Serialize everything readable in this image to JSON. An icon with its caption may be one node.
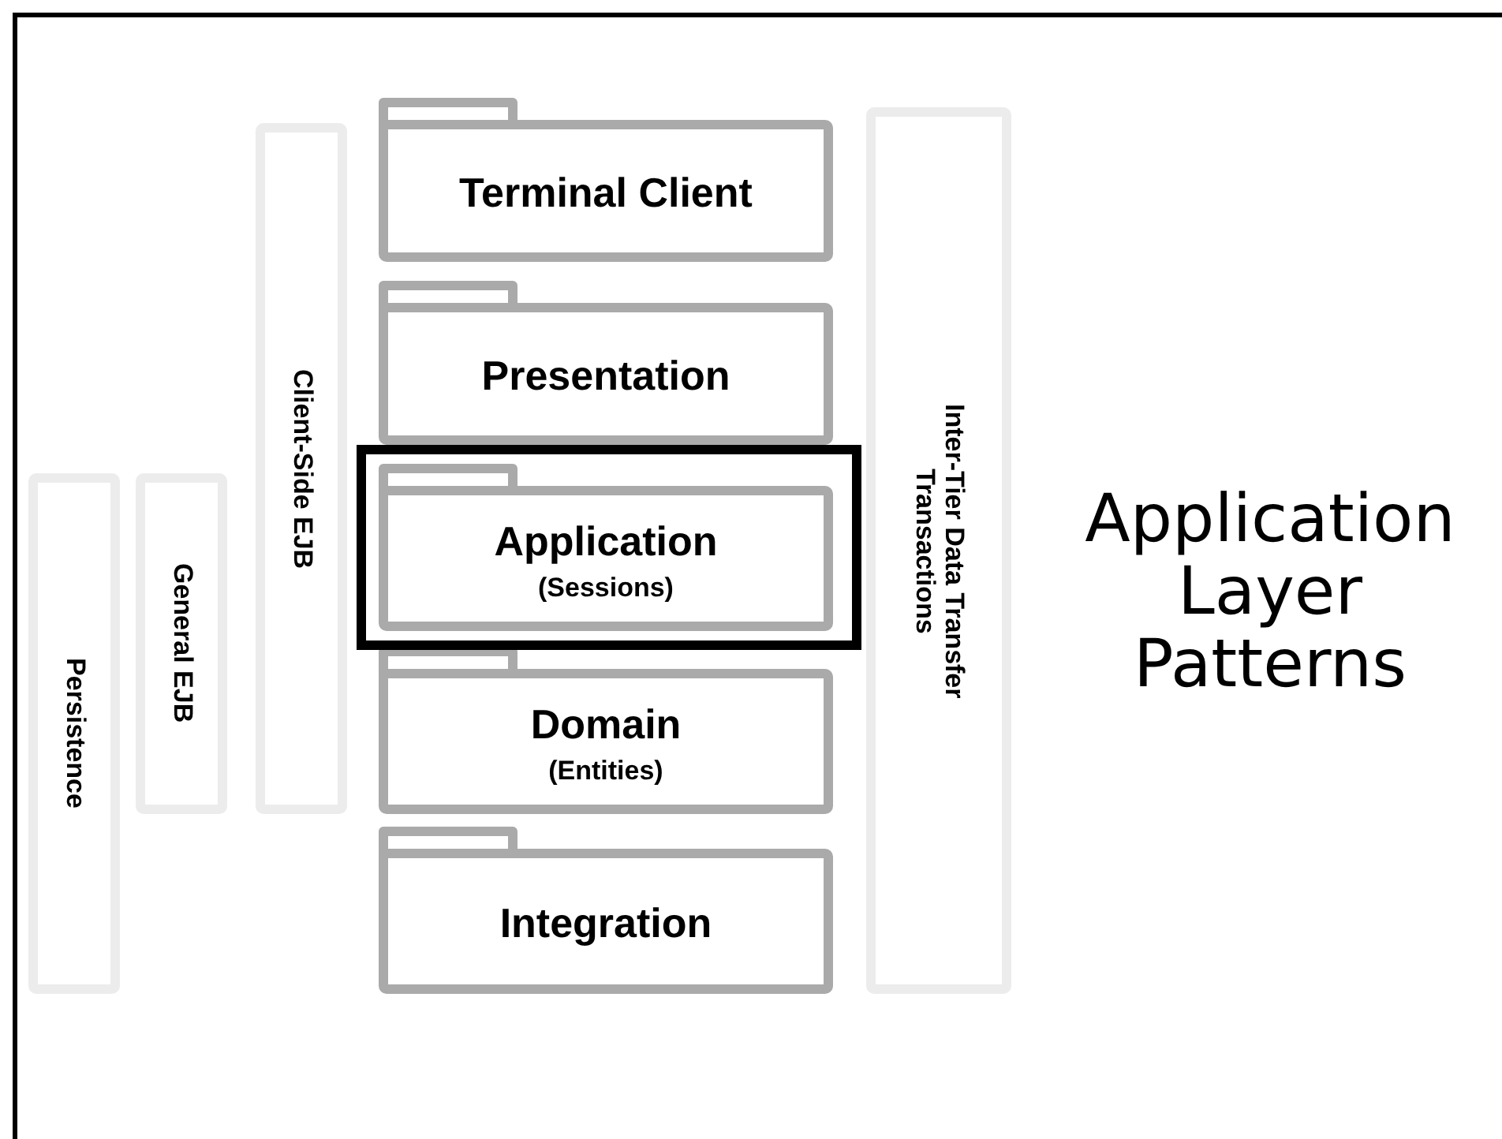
{
  "diagram": {
    "title": "Application Layer Patterns",
    "nodes": [
      {
        "text": [
          "Persistence"
        ]
      },
      {
        "text": [
          "General EJB"
        ]
      },
      {
        "text": [
          "Client-Side EJB"
        ]
      },
      {
        "text": [
          "Terminal Client"
        ]
      },
      {
        "text": [
          "Presentation"
        ]
      },
      {
        "text": [
          "Application",
          "(Sessions)"
        ]
      },
      {
        "text": [
          "Domain",
          "(Entities)"
        ]
      },
      {
        "text": [
          "Integration"
        ]
      },
      {
        "text": [
          "Inter-Tier Data Transfer Transactions"
        ]
      }
    ],
    "edges": []
  }
}
